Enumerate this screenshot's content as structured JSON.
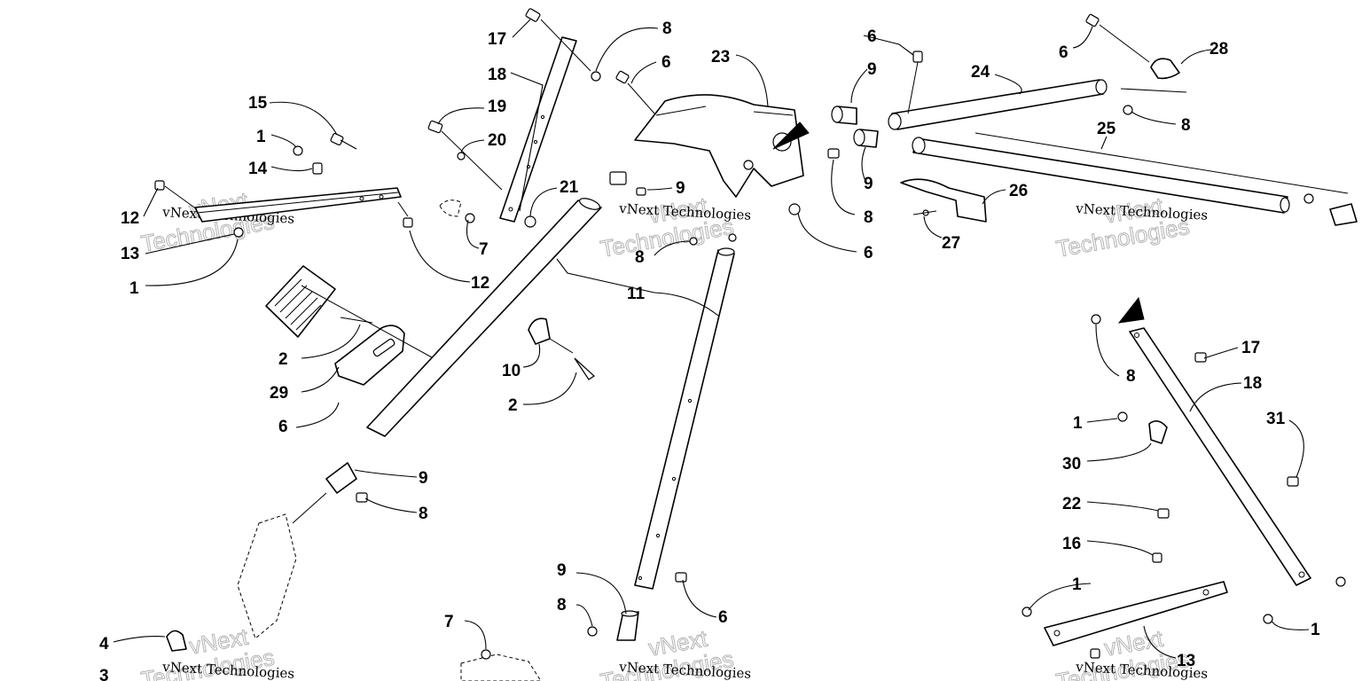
{
  "callouts": [
    {
      "id": "c1",
      "text": "17"
    },
    {
      "id": "c2",
      "text": "8"
    },
    {
      "id": "c3",
      "text": "18"
    },
    {
      "id": "c4",
      "text": "6"
    },
    {
      "id": "c5",
      "text": "23"
    },
    {
      "id": "c6",
      "text": "6"
    },
    {
      "id": "c7",
      "text": "9"
    },
    {
      "id": "c8",
      "text": "24"
    },
    {
      "id": "c9",
      "text": "6"
    },
    {
      "id": "c10",
      "text": "28"
    },
    {
      "id": "c11",
      "text": "8"
    },
    {
      "id": "c12",
      "text": "15"
    },
    {
      "id": "c13",
      "text": "19"
    },
    {
      "id": "c14",
      "text": "1"
    },
    {
      "id": "c15",
      "text": "20"
    },
    {
      "id": "c16",
      "text": "14"
    },
    {
      "id": "c17",
      "text": "21"
    },
    {
      "id": "c18",
      "text": "9"
    },
    {
      "id": "c19",
      "text": "25"
    },
    {
      "id": "c20",
      "text": "26"
    },
    {
      "id": "c21",
      "text": "9"
    },
    {
      "id": "c22",
      "text": "12"
    },
    {
      "id": "c23",
      "text": "8"
    },
    {
      "id": "c24",
      "text": "13"
    },
    {
      "id": "c25",
      "text": "7"
    },
    {
      "id": "c26",
      "text": "8"
    },
    {
      "id": "c27",
      "text": "27"
    },
    {
      "id": "c28",
      "text": "6"
    },
    {
      "id": "c29",
      "text": "1"
    },
    {
      "id": "c30",
      "text": "12"
    },
    {
      "id": "c31",
      "text": "11"
    },
    {
      "id": "c32",
      "text": "2"
    },
    {
      "id": "c33",
      "text": "10"
    },
    {
      "id": "c34",
      "text": "29"
    },
    {
      "id": "c35",
      "text": "2"
    },
    {
      "id": "c36",
      "text": "6"
    },
    {
      "id": "c37",
      "text": "9"
    },
    {
      "id": "c38",
      "text": "8"
    },
    {
      "id": "c39",
      "text": "17"
    },
    {
      "id": "c40",
      "text": "18"
    },
    {
      "id": "c41",
      "text": "8"
    },
    {
      "id": "c42",
      "text": "1"
    },
    {
      "id": "c43",
      "text": "31"
    },
    {
      "id": "c44",
      "text": "30"
    },
    {
      "id": "c45",
      "text": "22"
    },
    {
      "id": "c46",
      "text": "16"
    },
    {
      "id": "c47",
      "text": "9"
    },
    {
      "id": "c48",
      "text": "1"
    },
    {
      "id": "c49",
      "text": "8"
    },
    {
      "id": "c50",
      "text": "6"
    },
    {
      "id": "c51",
      "text": "7"
    },
    {
      "id": "c52",
      "text": "1"
    },
    {
      "id": "c53",
      "text": "4"
    },
    {
      "id": "c54",
      "text": "13"
    },
    {
      "id": "c55",
      "text": "3"
    }
  ],
  "watermark": {
    "small": "vNext Technologies",
    "big_line1": "vNext",
    "big_line2": "Technologies"
  }
}
